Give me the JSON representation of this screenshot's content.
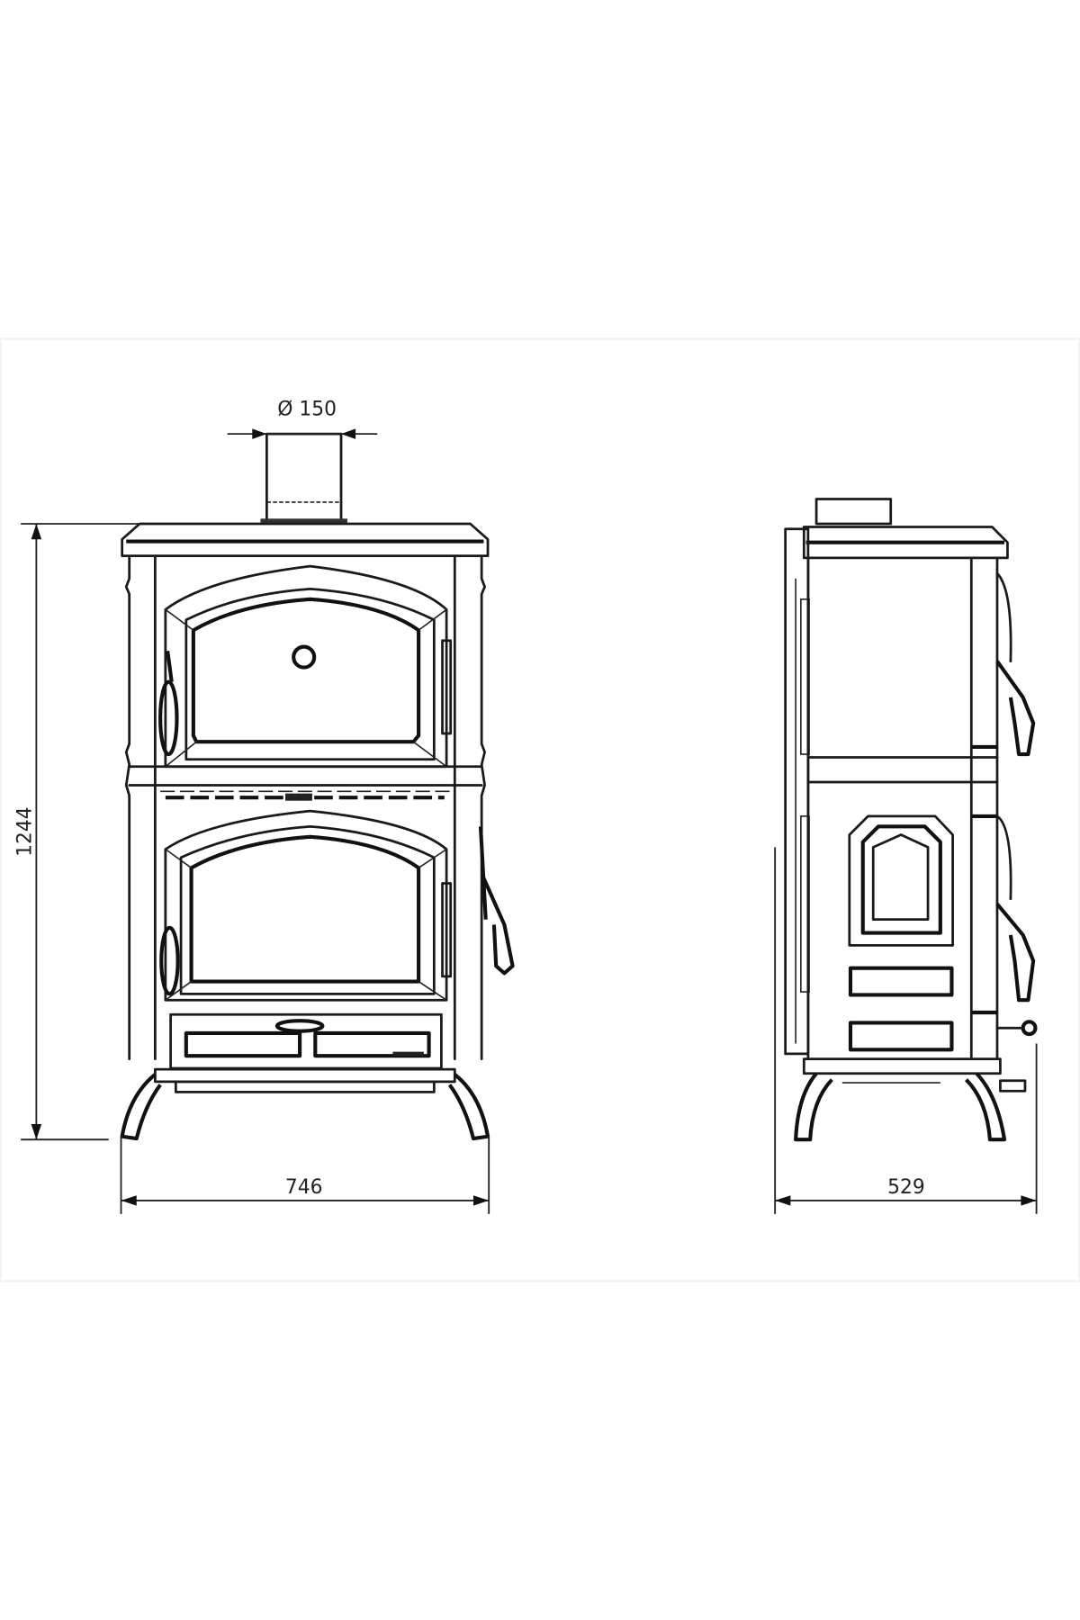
{
  "drawing": {
    "dimensions": {
      "flue_diameter": "Ø 150",
      "height": "1244",
      "front_width": "746",
      "side_depth": "529"
    },
    "views": [
      "front-view",
      "side-view"
    ]
  }
}
